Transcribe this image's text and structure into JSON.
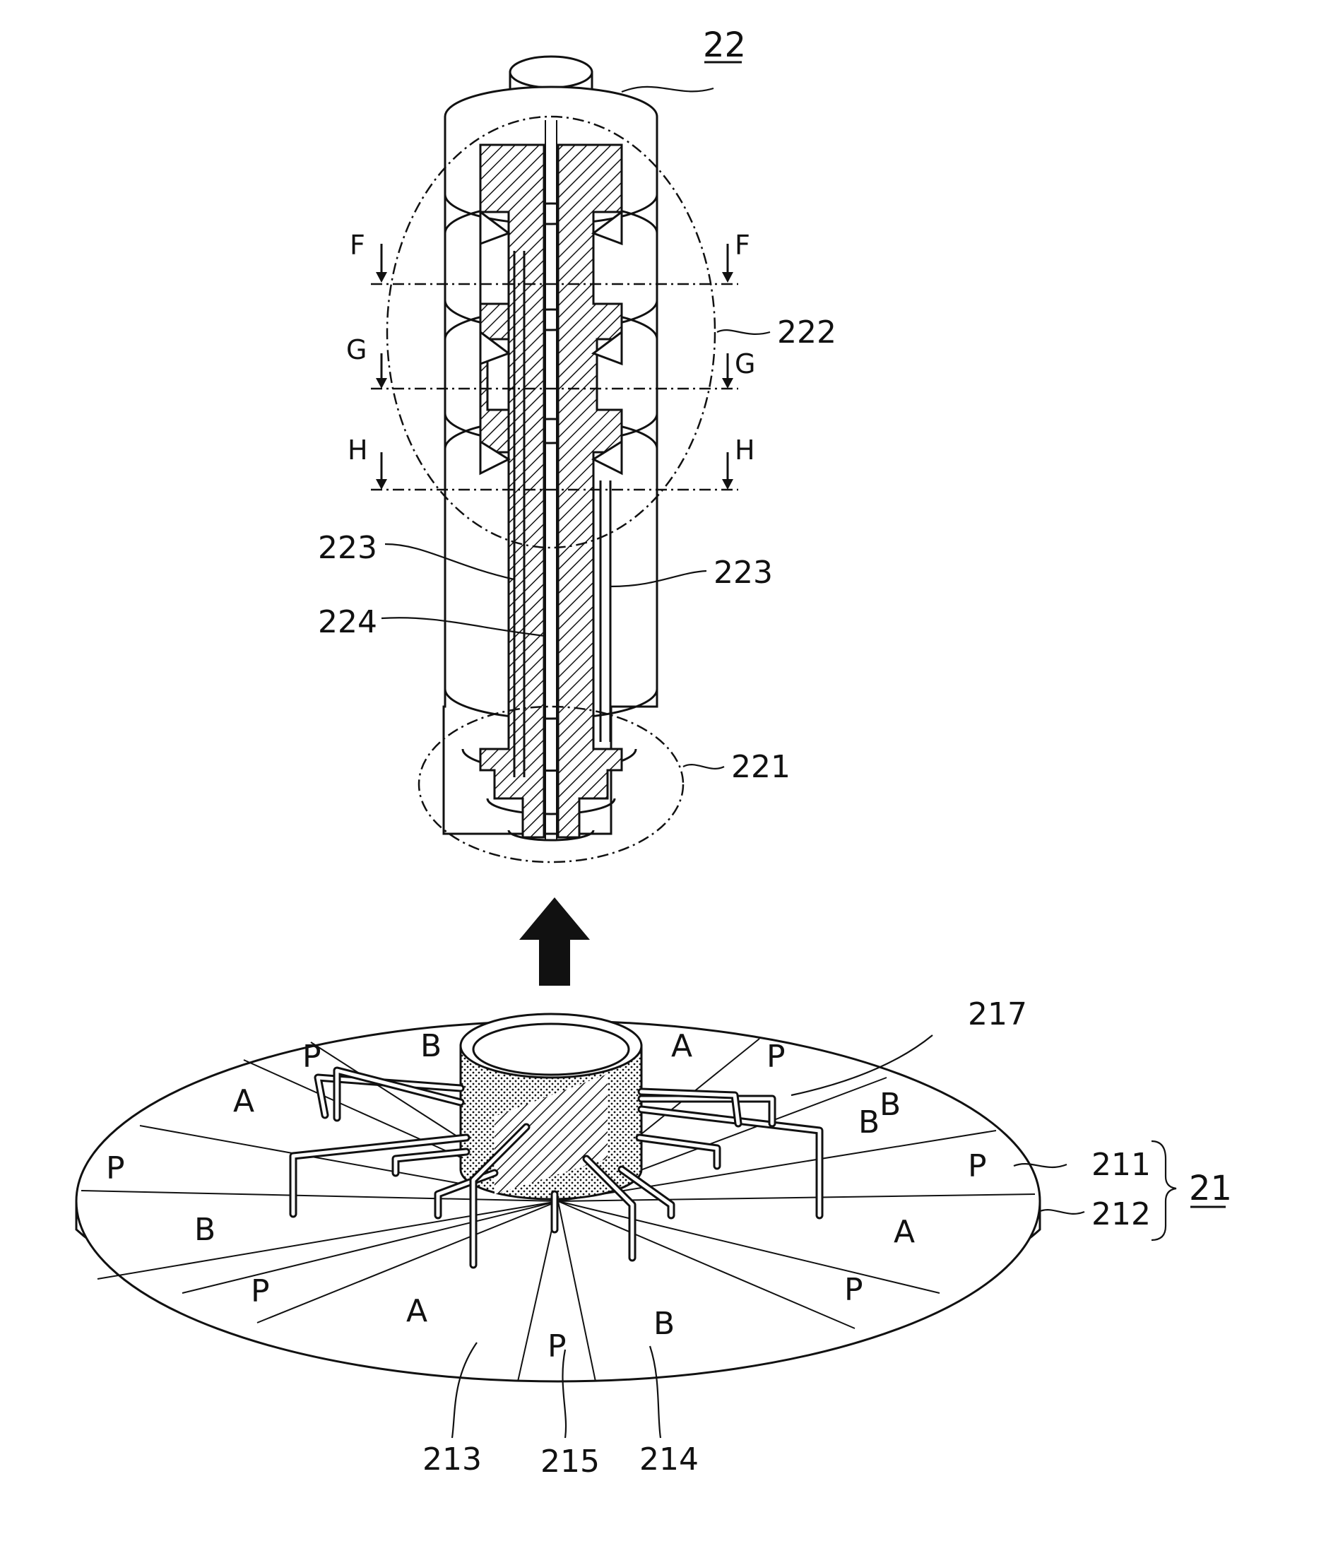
{
  "labels": {
    "part_22": "22",
    "part_222": "222",
    "part_221": "221",
    "part_223_left": "223",
    "part_223_right": "223",
    "part_224": "224",
    "part_217": "217",
    "part_211": "211",
    "part_212": "212",
    "part_21": "21",
    "part_213": "213",
    "part_215": "215",
    "part_214": "214"
  },
  "section_marks": {
    "f_left": "F",
    "f_right": "F",
    "g_left": "G",
    "g_right": "G",
    "h_left": "H",
    "h_right": "H"
  },
  "sectors": {
    "s1": "P",
    "s2": "B",
    "s3": "A",
    "s4": "P",
    "s5": "B",
    "s6": "P",
    "s7": "A",
    "s8": "P",
    "s9": "B",
    "s10": "A",
    "s11": "P",
    "s12": "B",
    "s13": "P",
    "s14": "A",
    "s15": "P",
    "s16": "B"
  },
  "colors": {
    "line": "#111111",
    "background": "#ffffff"
  }
}
